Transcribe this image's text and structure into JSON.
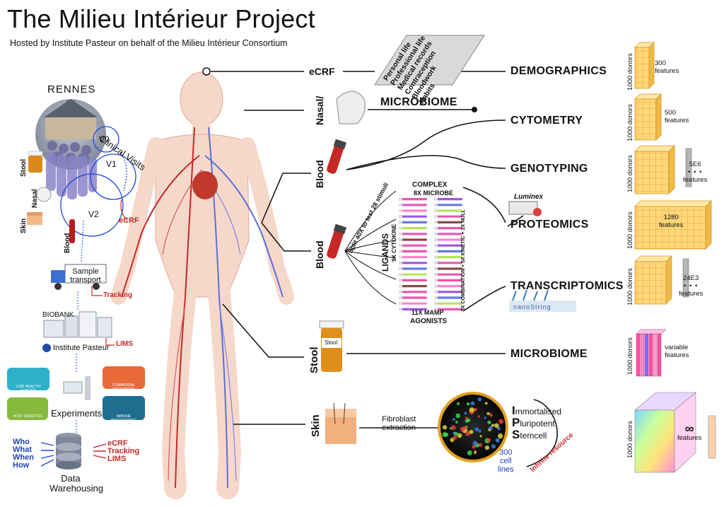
{
  "header": {
    "title": "The Milieu Intérieur Project",
    "subtitle": "Hosted by Institute Pasteur on behalf of the Milieu Intérieur Consortium"
  },
  "left_panel": {
    "city": "RENNES",
    "clinical_visits": "Clinical Visits",
    "visits": [
      "V0",
      "V1",
      "V2"
    ],
    "samples": [
      "Stool",
      "Nasal",
      "Skin",
      "Blood"
    ],
    "ecrf": "eCRF",
    "transport": "Sample transport",
    "tracking": "Tracking",
    "biobank": "BIOBANK",
    "lims": "LIMS",
    "institute": "Institute Pasteur",
    "experiments": "Experiments",
    "tiles": [
      "1,000 HEALTHY DONORS",
      "COMMENSAL MICROBIOTA",
      "HOST GENETICS",
      "IMMUNE PHENOTYPING"
    ],
    "questions": [
      "Who",
      "What",
      "When",
      "How"
    ],
    "right_tags": [
      "eCRF",
      "Tracking",
      "LIMS"
    ],
    "warehouse": [
      "Data",
      "Warehousing"
    ]
  },
  "center": {
    "ecrf": "eCRF",
    "ecrf_items": [
      "Personal life",
      "Professional life",
      "Medical records",
      "Contraception",
      "Bloodwork",
      "Habits"
    ],
    "nasal": "Nasal/",
    "microbiome_top": "MICROBIOME",
    "blood1": "Blood",
    "blood2": "Blood",
    "stool": "Stool",
    "stool_tube": "Stool",
    "skin": "Skin",
    "split": "Split 40X to test 28 stimuli",
    "complex": "COMPLEX",
    "microbe": "8X MICROBE",
    "ligands": "LIGANDS",
    "cytokine": "9X CYTOKINE",
    "combo": "5X COMBINATION + 5X KINETIC + 2X NULL",
    "mamp": "11X MAMP",
    "agonists": "AGONISTS",
    "fibroblast": "Fibroblast",
    "extraction": "extraction",
    "ipsc": [
      "mmortalised",
      "luripotent",
      "temcell"
    ],
    "ipsc_initials": [
      "I",
      "P",
      "S"
    ],
    "cell_lines": [
      "300",
      "cell",
      "lines"
    ],
    "infinite": "Infinite resource",
    "luminex": "Luminex",
    "nanostring": "nanoString"
  },
  "categories": [
    "DEMOGRAPHICS",
    "CYTOMETRY",
    "GENOTYPING",
    "PROTEOMICS",
    "TRANSCRIPTOMICS",
    "MICROBIOME"
  ],
  "cubes": {
    "donors": "1000 donors",
    "features": [
      [
        "300",
        "features"
      ],
      [
        "500",
        "features"
      ],
      [
        "5E6",
        "features"
      ],
      [
        "1280",
        "features"
      ],
      [
        "24E3",
        "features"
      ],
      [
        "variable",
        "features"
      ],
      [
        "∞",
        "features"
      ]
    ]
  },
  "colors": {
    "cube": "#ffd980",
    "cube_edge": "#e6a820",
    "red_label": "#c62828",
    "blue_label": "#1f3fbf",
    "ecrf_banner": "#d9d9d9"
  }
}
